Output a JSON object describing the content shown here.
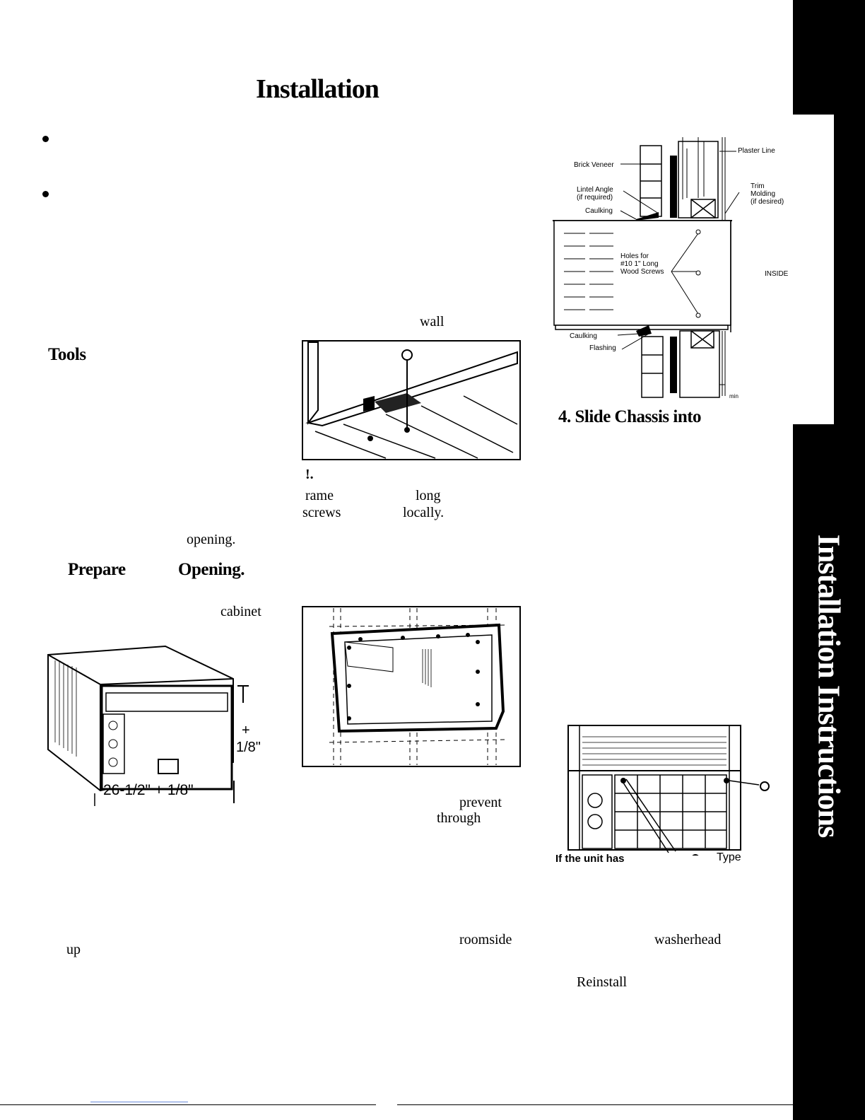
{
  "page": {
    "title": "Installation",
    "side_tab": "Installation Instructions"
  },
  "left_column": {
    "tools_heading": "Tools",
    "opening_fragment": "opening.",
    "prepare_heading_1": "Prepare",
    "prepare_heading_2": "Opening.",
    "cabinet_fragment": "cabinet",
    "up_fragment": "up",
    "figure": {
      "height_dim_plus": "+",
      "height_dim_frac": "1/8\"",
      "width_dim": "26-1/2\" + 1/8\""
    }
  },
  "middle_column": {
    "wall_fragment": "wall",
    "step_fragment": "!.",
    "frame_fragment": "rame",
    "long_fragment": "long",
    "screws_fragment": "screws",
    "locally_fragment": "locally.",
    "prevent_fragment": "prevent",
    "through_fragment": "through",
    "roomside_fragment": "roomside"
  },
  "right_column": {
    "diagram_labels": {
      "plaster_line": "Plaster Line",
      "brick_veneer": "Brick Veneer",
      "lintel_angle": "Lintel Angle",
      "lintel_required": "(if required)",
      "caulking_top": "Caulking",
      "trim": "Trim",
      "molding": "Molding",
      "if_desired": "(if desired)",
      "holes_for": "Holes for",
      "screw_size": "#10 1\" Long",
      "wood_screws": "Wood Screws",
      "inside": "INSIDE",
      "caulking_bottom": "Caulking",
      "flashing": "Flashing",
      "min": "min"
    },
    "step4_heading": "4. Slide Chassis into",
    "unit_figure": {
      "if_unit_has": "If the unit has",
      "type": "Type"
    },
    "washerhead_fragment": "washerhead",
    "reinstall_fragment": "Reinstall"
  }
}
